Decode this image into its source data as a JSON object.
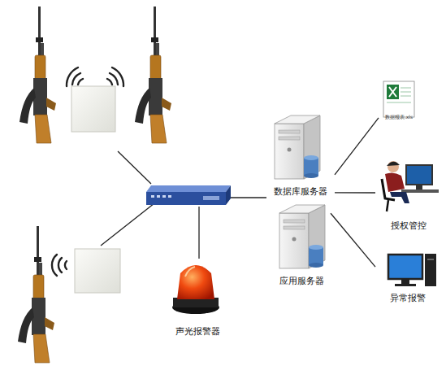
{
  "diagram": {
    "nodes": [
      {
        "text": [
          "数据库服务器"
        ]
      },
      {
        "text": [
          "应用服务器"
        ]
      },
      {
        "text": [
          "声光报警器"
        ]
      },
      {
        "text": [
          "数据报表.xls"
        ]
      },
      {
        "text": [
          "授权管控"
        ]
      },
      {
        "text": [
          "异常报警"
        ]
      }
    ],
    "edges": [
      {
        "from": 0,
        "to": 3,
        "arrow": "none"
      },
      {
        "from": 0,
        "to": 4,
        "arrow": "none"
      },
      {
        "from": 1,
        "to": 5,
        "arrow": "none"
      }
    ]
  }
}
